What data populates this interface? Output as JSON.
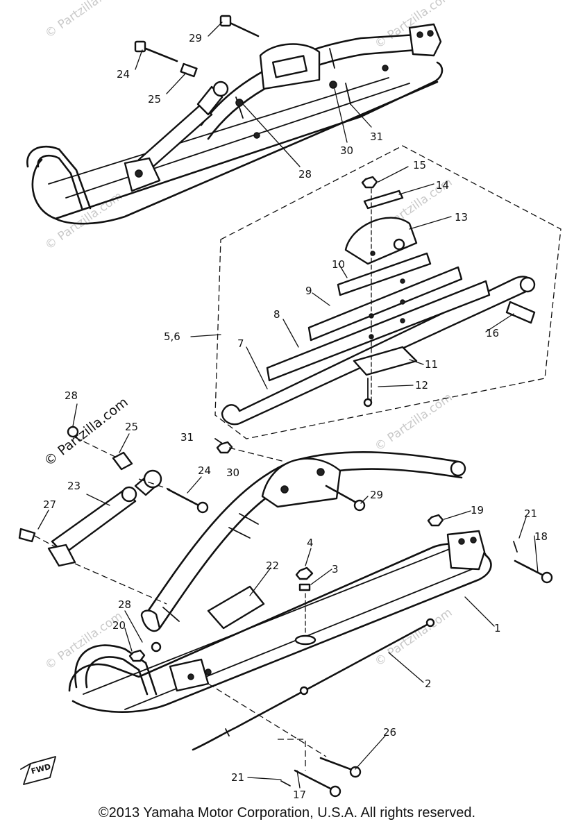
{
  "diagram": {
    "callouts": {
      "c1": "1",
      "c2": "2",
      "c3": "3",
      "c4": "4",
      "c56": "5,6",
      "c7": "7",
      "c8": "8",
      "c9": "9",
      "c10": "10",
      "c11": "11",
      "c12": "12",
      "c13": "13",
      "c14": "14",
      "c15": "15",
      "c16": "16",
      "c17": "17",
      "c18": "18",
      "c19": "19",
      "c20": "20",
      "c21a": "21",
      "c21b": "21",
      "c22": "22",
      "c23": "23",
      "c24a": "24",
      "c24b": "24",
      "c25a": "25",
      "c25b": "25",
      "c26": "26",
      "c27": "27",
      "c28a": "28",
      "c28b": "28",
      "c28c": "28",
      "c29a": "29",
      "c29b": "29",
      "c30a": "30",
      "c30b": "30",
      "c31a": "31",
      "c31b": "31"
    },
    "fwd_label": "FWD",
    "watermark_main": "© Partzilla.com",
    "watermark_faint": "© Partzilla.com"
  },
  "footer": {
    "copyright": "©2013 Yamaha Motor Corporation, U.S.A. All rights reserved."
  }
}
